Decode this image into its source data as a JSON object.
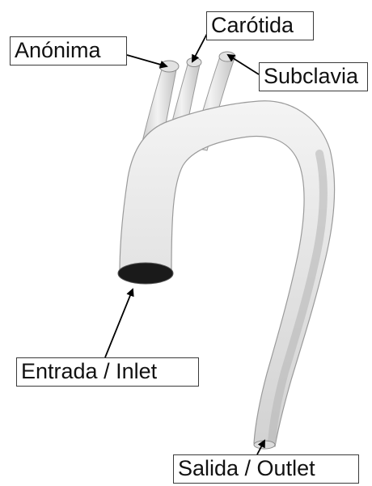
{
  "labels": {
    "anonima": "Anónima",
    "carotida": "Carótida",
    "subclavia": "Subclavia",
    "inlet": "Entrada / Inlet",
    "outlet": "Salida / Outlet"
  },
  "colors": {
    "vessel_fill": "#e6e6e6",
    "vessel_shade": "#bdbdbd",
    "opening": "#1a1a1a",
    "arrow": "#000000",
    "label_border": "#3a3a3a"
  }
}
